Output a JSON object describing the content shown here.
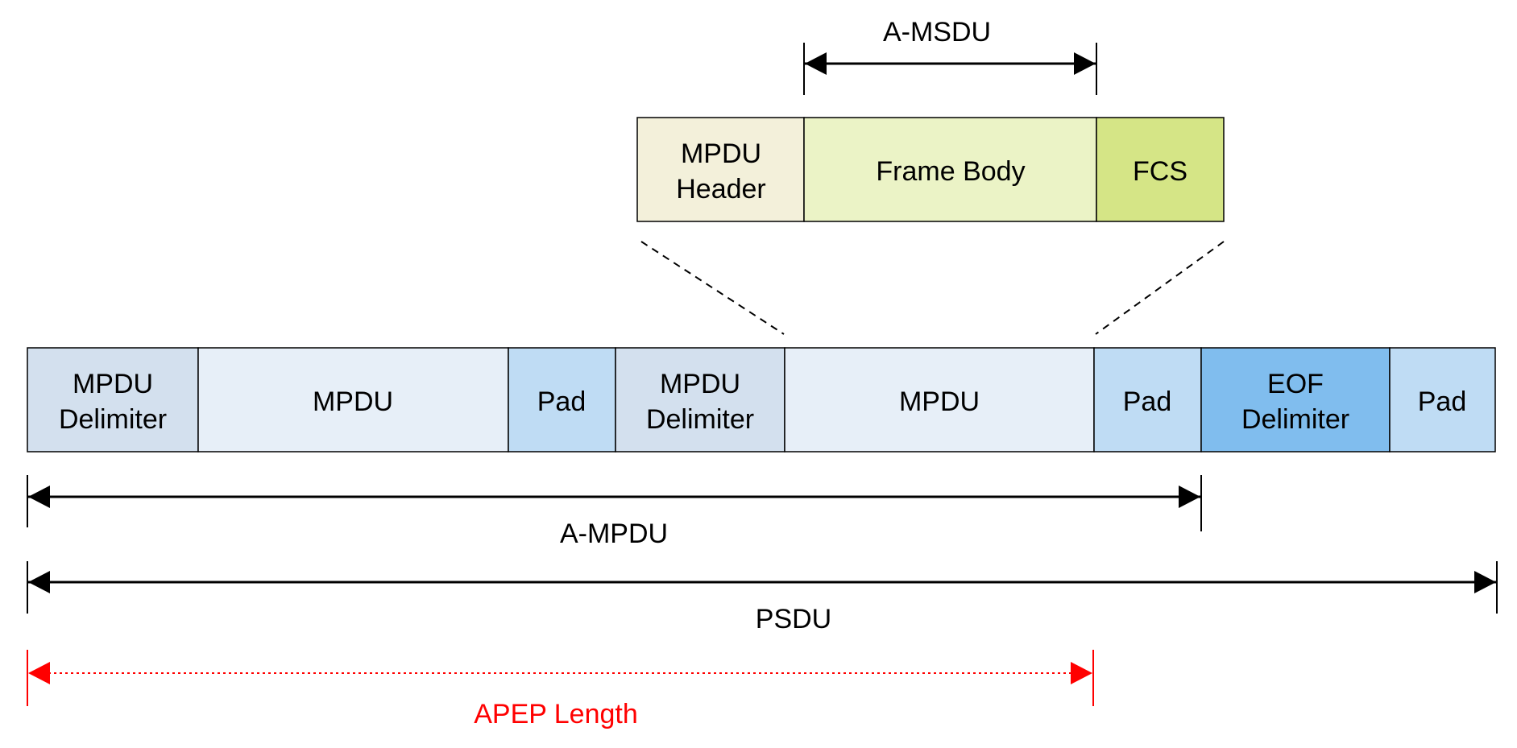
{
  "colors": {
    "header": "#f3f0da",
    "frame_body": "#ebf3c6",
    "fcs": "#d5e586",
    "delimiter": "#d3e0ee",
    "mpdu": "#e7eff8",
    "pad": "#bfdcf4",
    "eof_delimiter": "#80bdee",
    "outline": "#000000",
    "apep": "#ff0000"
  },
  "a_msdu": {
    "label": "A-MSDU",
    "cells": [
      {
        "kind": "header",
        "lines": [
          "MPDU",
          "Header"
        ]
      },
      {
        "kind": "frame_body",
        "lines": [
          "Frame Body"
        ]
      },
      {
        "kind": "fcs",
        "lines": [
          "FCS"
        ]
      }
    ]
  },
  "psdu_row": {
    "cells": [
      {
        "kind": "delimiter",
        "lines": [
          "MPDU",
          "Delimiter"
        ]
      },
      {
        "kind": "mpdu",
        "lines": [
          "MPDU"
        ]
      },
      {
        "kind": "pad",
        "lines": [
          "Pad"
        ]
      },
      {
        "kind": "delimiter",
        "lines": [
          "MPDU",
          "Delimiter"
        ]
      },
      {
        "kind": "mpdu",
        "lines": [
          "MPDU"
        ]
      },
      {
        "kind": "pad",
        "lines": [
          "Pad"
        ]
      },
      {
        "kind": "eof_delimiter",
        "lines": [
          "EOF",
          "Delimiter"
        ]
      },
      {
        "kind": "pad",
        "lines": [
          "Pad"
        ]
      }
    ]
  },
  "dimensions": {
    "a_mpdu": "A-MPDU",
    "psdu": "PSDU",
    "apep": "APEP Length"
  }
}
